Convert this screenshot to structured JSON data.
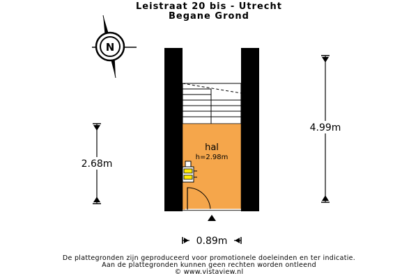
{
  "header": {
    "title": "Leistraat 20 bis - Utrecht",
    "subtitle": "Begane Grond"
  },
  "compass": {
    "letter": "N"
  },
  "room": {
    "name": "hal",
    "height": "h=2.98m",
    "fill_color": "#F5A64B"
  },
  "dimensions": {
    "total_length": "4.99m",
    "hall_length": "2.68m",
    "width": "0.89m"
  },
  "footer": {
    "line1": "De plattegronden zijn geproduceerd voor promotionele doeleinden en ter indicatie.",
    "line2": "Aan de plattegronden kunnen geen rechten worden ontleend",
    "line3": "© www.vistaview.nl"
  }
}
